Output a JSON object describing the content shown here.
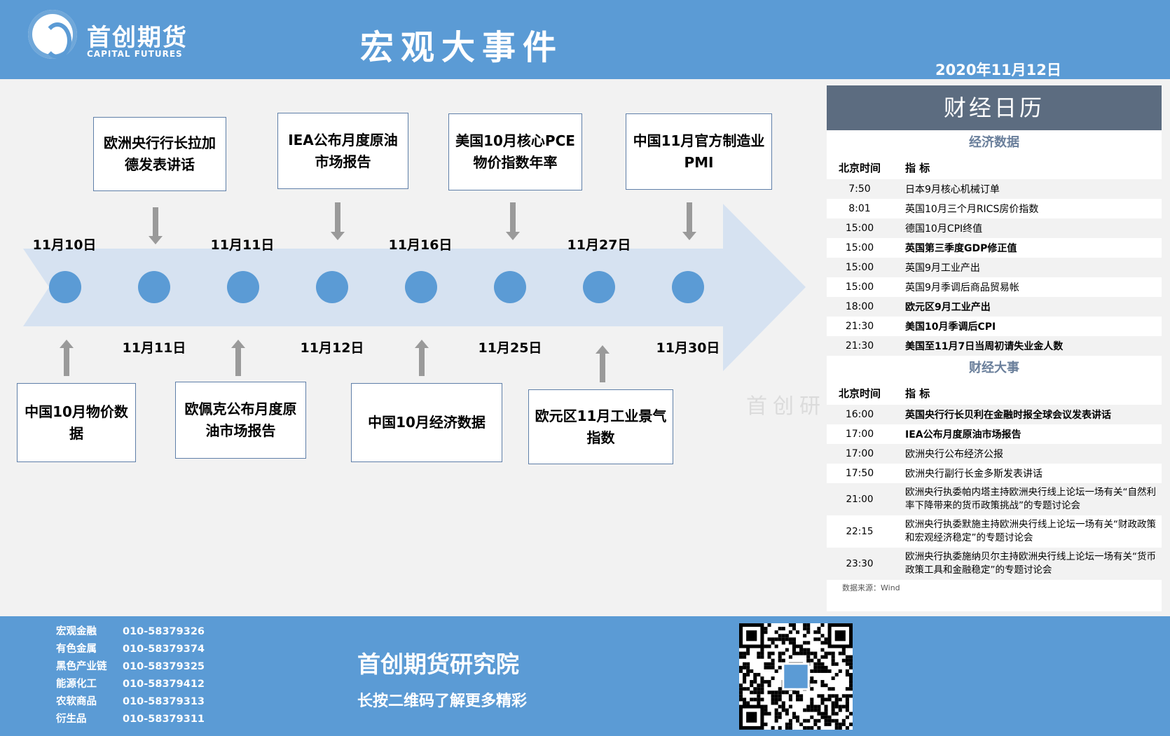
{
  "header": {
    "logo_cn": "首创期货",
    "logo_en": "CAPITAL FUTURES",
    "title": "宏观大事件",
    "date": "2020年11月12日"
  },
  "timeline": {
    "top_dates": [
      "11月10日",
      "11月11日",
      "11月16日",
      "11月27日"
    ],
    "bottom_dates": [
      "11月11日",
      "11月12日",
      "11月25日",
      "11月30日"
    ],
    "top_events": [
      "欧洲央行行长拉加德发表讲话",
      "IEA公布月度原油市场报告",
      "美国10月核心PCE物价指数年率",
      "中国11月官方制造业PMI"
    ],
    "bottom_events": [
      "中国10月物价数据",
      "欧佩克公布月度原油市场报告",
      "中国10月经济数据",
      "欧元区11月工业景气指数"
    ]
  },
  "calendar": {
    "title": "财经日历",
    "economic_data": {
      "title": "经济数据",
      "col_time": "北京时间",
      "col_item": "指 标",
      "rows": [
        {
          "time": "7:50",
          "item": "日本9月核心机械订单",
          "bold": false
        },
        {
          "time": "8:01",
          "item": "英国10月三个月RICS房价指数",
          "bold": false
        },
        {
          "time": "15:00",
          "item": "德国10月CPI终值",
          "bold": false
        },
        {
          "time": "15:00",
          "item": "英国第三季度GDP修正值",
          "bold": true
        },
        {
          "time": "15:00",
          "item": "英国9月工业产出",
          "bold": false
        },
        {
          "time": "15:00",
          "item": "英国9月季调后商品贸易帐",
          "bold": false
        },
        {
          "time": "18:00",
          "item": "欧元区9月工业产出",
          "bold": true
        },
        {
          "time": "21:30",
          "item": "美国10月季调后CPI",
          "bold": true
        },
        {
          "time": "21:30",
          "item": "美国至11月7日当周初请失业金人数",
          "bold": true
        }
      ]
    },
    "events": {
      "title": "财经大事",
      "col_time": "北京时间",
      "col_item": "指 标",
      "rows": [
        {
          "time": "16:00",
          "item": "英国央行行长贝利在金融时报全球会议发表讲话",
          "bold": true
        },
        {
          "time": "17:00",
          "item": "IEA公布月度原油市场报告",
          "bold": true
        },
        {
          "time": "17:00",
          "item": "欧洲央行公布经济公报",
          "bold": false
        },
        {
          "time": "17:50",
          "item": "欧洲央行副行长金多斯发表讲话",
          "bold": false
        },
        {
          "time": "21:00",
          "item": "欧洲央行执委帕内塔主持欧洲央行线上论坛一场有关“自然利率下降带来的货币政策挑战”的专题讨论会",
          "bold": false
        },
        {
          "time": "22:15",
          "item": "欧洲央行执委默施主持欧洲央行线上论坛一场有关“财政政策和宏观经济稳定”的专题讨论会",
          "bold": false
        },
        {
          "time": "23:30",
          "item": "欧洲央行执委施纳贝尔主持欧洲央行线上论坛一场有关“货币政策工具和金融稳定”的专题讨论会",
          "bold": false
        }
      ]
    },
    "source": "数据来源：Wind"
  },
  "footer": {
    "contacts": [
      {
        "name": "宏观金融",
        "phone": "010-58379326"
      },
      {
        "name": "有色金属",
        "phone": "010-58379374"
      },
      {
        "name": "黑色产业链",
        "phone": "010-58379325"
      },
      {
        "name": "能源化工",
        "phone": "010-58379412"
      },
      {
        "name": "农软商品",
        "phone": "010-58379313"
      },
      {
        "name": "衍生品",
        "phone": "010-58379311"
      }
    ],
    "org_name": "首创期货研究院",
    "slogan": "长按二维码了解更多精彩"
  },
  "colors": {
    "header_blue": "#5b9bd5",
    "arrow_blue": "#d6e2f1",
    "dot_blue": "#5b9bd5",
    "calendar_title_bg": "#5c6c80"
  }
}
